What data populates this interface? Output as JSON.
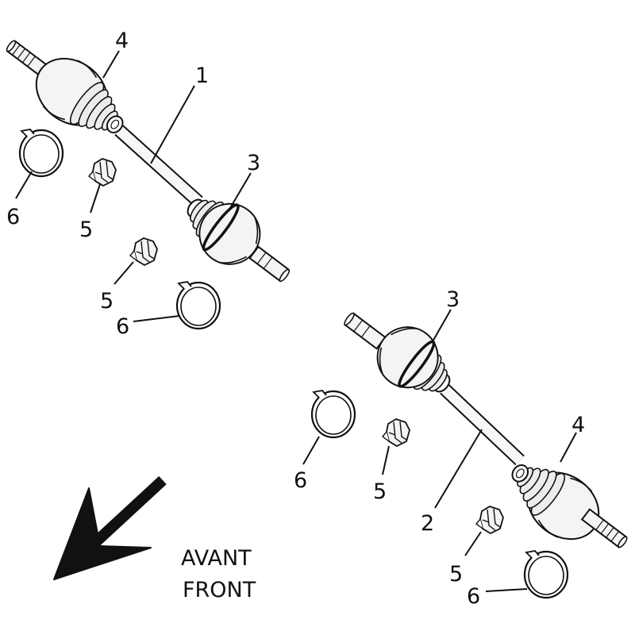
{
  "callouts": {
    "c1": "1",
    "c2": "2",
    "c3_upper": "3",
    "c3_lower": "3",
    "c4_upper": "4",
    "c4_lower": "4",
    "c5_a": "5",
    "c5_b": "5",
    "c5_c": "5",
    "c5_d": "5",
    "c6_a": "6",
    "c6_b": "6",
    "c6_c": "6",
    "c6_d": "6"
  },
  "direction": {
    "label_fr": "AVANT",
    "label_en": "FRONT"
  },
  "colors": {
    "line": "#111111",
    "boot_fill": "#f2f2f2",
    "background": "#ffffff"
  }
}
